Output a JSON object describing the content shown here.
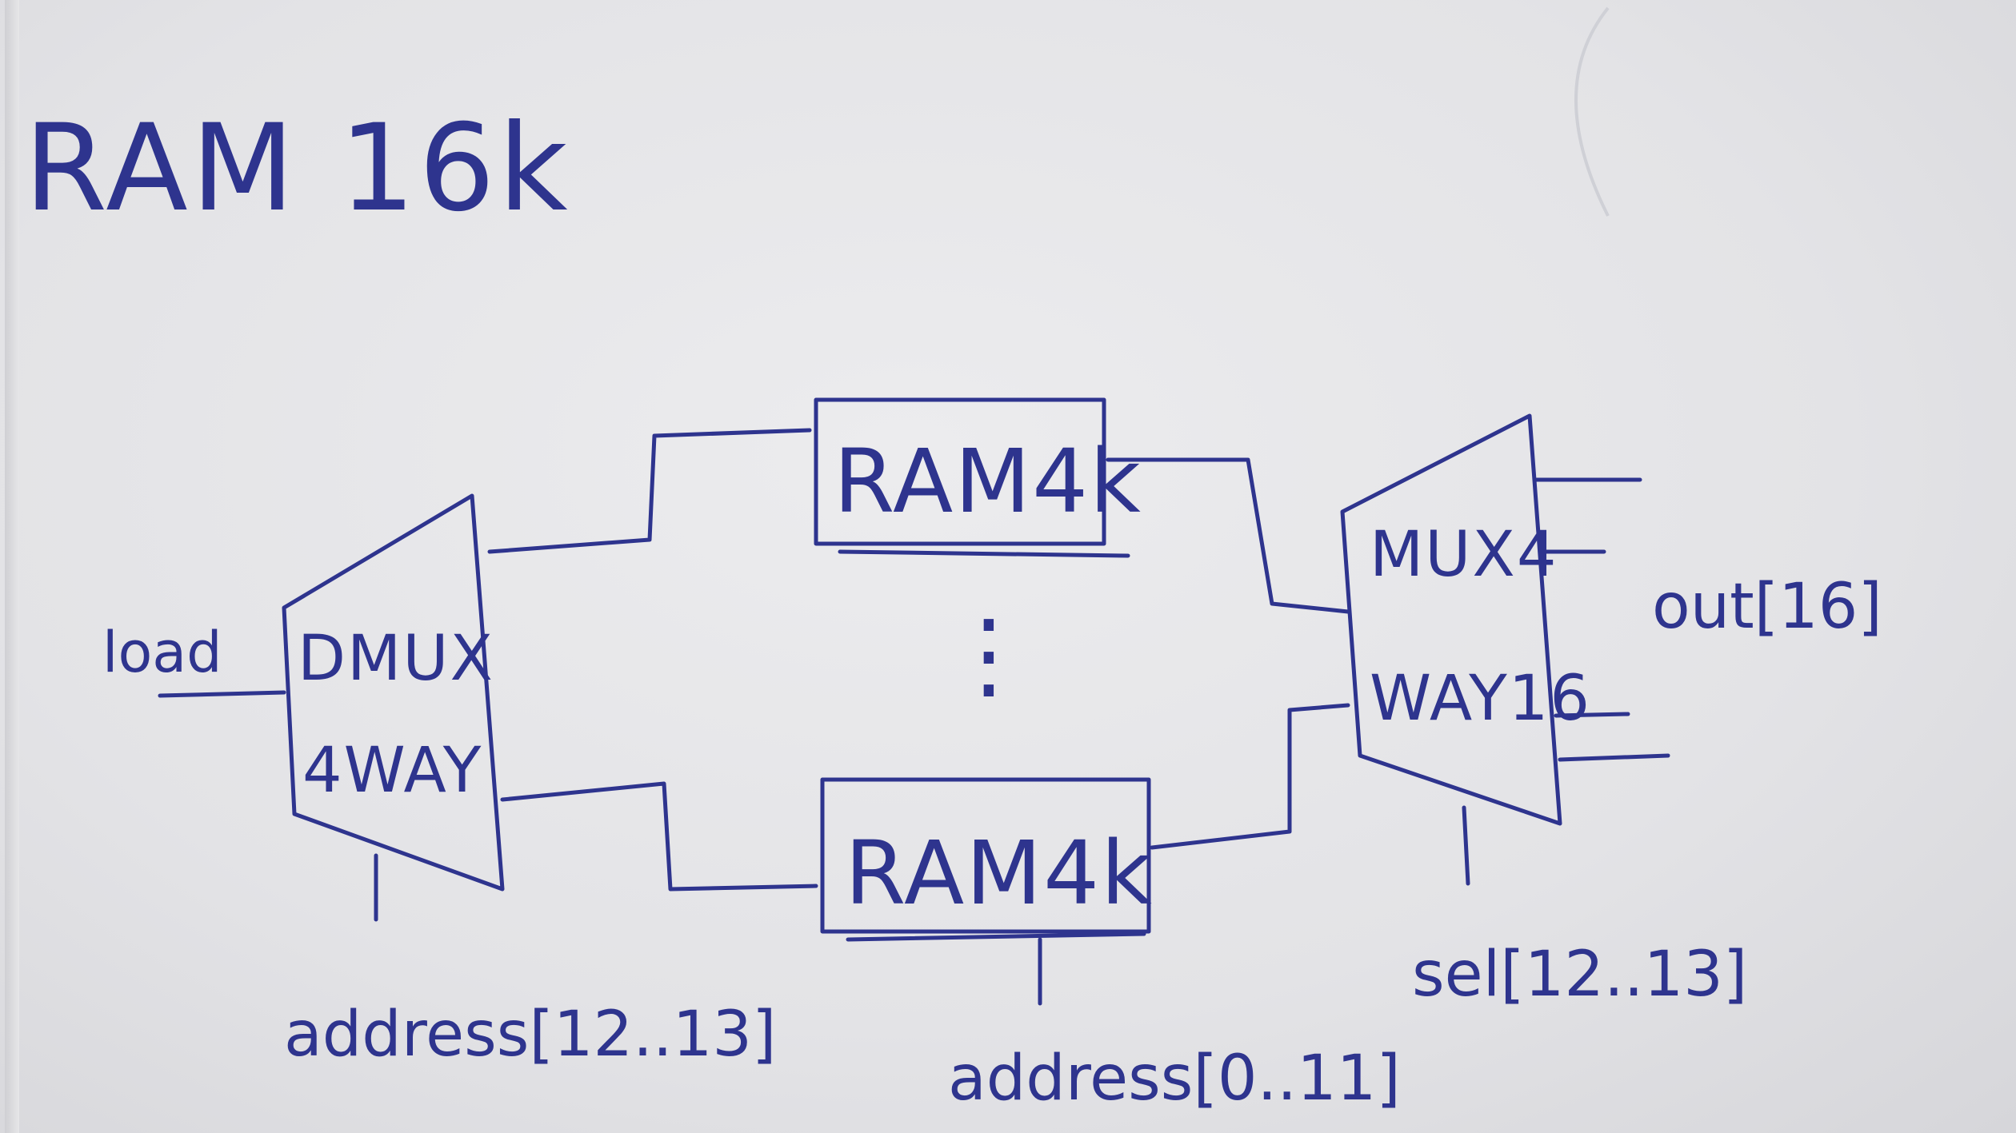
{
  "title": "RAM 16k",
  "ink_color": "#2e348e",
  "paper_color": "#e6e6e8",
  "nodes": {
    "dmux": {
      "line1": "DMUX",
      "line2": "4WAY"
    },
    "ram_top": {
      "label": "RAM4k"
    },
    "ram_bottom": {
      "label": "RAM4k"
    },
    "mux": {
      "line1": "MUX4",
      "line2": "WAY16"
    }
  },
  "signals": {
    "load": "load",
    "dmux_select": "address[12..13]",
    "ram_address": "address[0..11]",
    "mux_select": "sel[12..13]",
    "output": "out[16]"
  },
  "ellipsis": "⋮"
}
